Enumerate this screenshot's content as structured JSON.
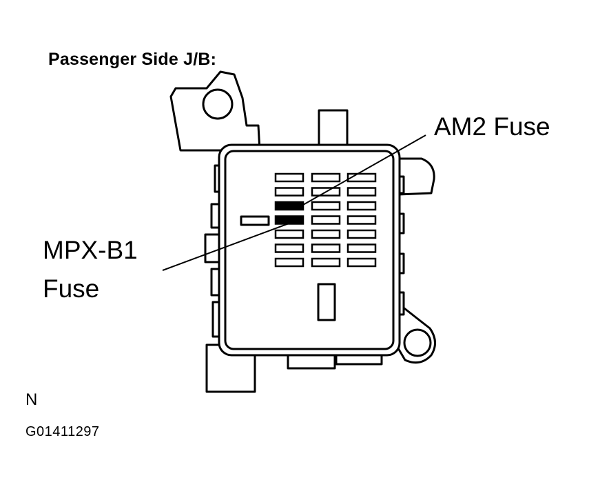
{
  "diagram": {
    "title": "Passenger Side J/B:",
    "labels": {
      "am2": "AM2 Fuse",
      "mpx_line1": "MPX-B1",
      "mpx_line2": "Fuse"
    },
    "footer": {
      "orientation": "N",
      "figure_id": "G01411297"
    },
    "fuse_grid": {
      "columns": 3,
      "rows": 7,
      "highlighted": [
        {
          "row": 2,
          "col": 0,
          "name": "AM2"
        },
        {
          "row": 3,
          "col": 0,
          "name": "MPX-B1"
        }
      ]
    },
    "colors": {
      "ink": "#000000",
      "paper": "#ffffff"
    }
  }
}
